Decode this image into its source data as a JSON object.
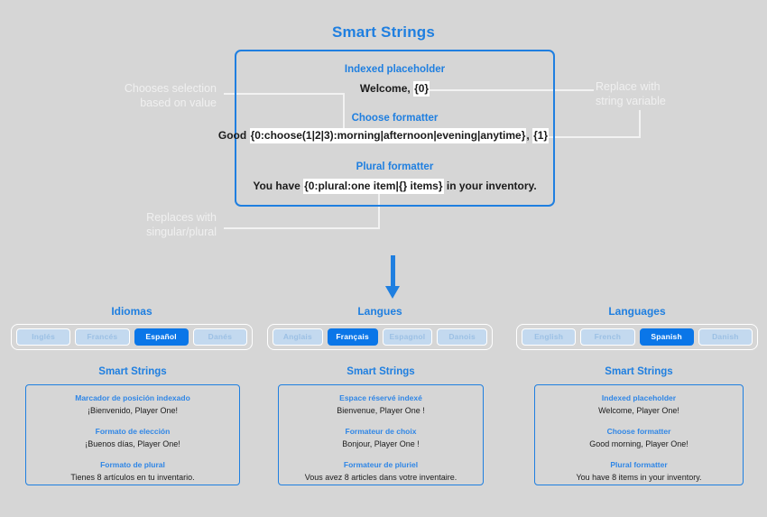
{
  "page": {
    "title": "Smart Strings",
    "background_color": "#d6d6d6",
    "accent_color": "#1f7fe0",
    "annotation_color": "#f0f0f0"
  },
  "demo": {
    "entries": [
      {
        "label": "Indexed placeholder",
        "prefix": "Welcome, ",
        "token": "{0}",
        "suffix": ""
      },
      {
        "label": "Choose formatter",
        "prefix": "Good ",
        "token": "{0:choose(1|2|3):morning|afternoon|evening|anytime}",
        "middle": ", ",
        "token2": "{1}",
        "suffix": ""
      },
      {
        "label": "Plural formatter",
        "prefix": "You have ",
        "token": "{0:plural:one item|{} items}",
        "suffix": " in your inventory."
      }
    ]
  },
  "annotations": {
    "left_top_line1": "Chooses selection",
    "left_top_line2": "based on value",
    "right_top_line1": "Replace with",
    "right_top_line2": "string variable",
    "left_bottom_line1": "Replaces with",
    "left_bottom_line2": "singular/plural"
  },
  "arrow": {
    "name": "down-arrow",
    "color": "#1f7fe0"
  },
  "language_columns": [
    {
      "title": "Idiomas",
      "options": [
        {
          "label": "Inglés",
          "selected": false
        },
        {
          "label": "Francés",
          "selected": false
        },
        {
          "label": "Español",
          "selected": true
        },
        {
          "label": "Danés",
          "selected": false
        }
      ]
    },
    {
      "title": "Langues",
      "options": [
        {
          "label": "Anglais",
          "selected": false
        },
        {
          "label": "Français",
          "selected": true
        },
        {
          "label": "Espagnol",
          "selected": false
        },
        {
          "label": "Danois",
          "selected": false
        }
      ]
    },
    {
      "title": "Languages",
      "options": [
        {
          "label": "English",
          "selected": false
        },
        {
          "label": "French",
          "selected": false
        },
        {
          "label": "Spanish",
          "selected": true
        },
        {
          "label": "Danish",
          "selected": false
        }
      ]
    }
  ],
  "results": [
    {
      "title": "Smart Strings",
      "rows": [
        {
          "label": "Marcador de posición indexado",
          "value": "¡Bienvenido, Player One!"
        },
        {
          "label": "Formato de elección",
          "value": "¡Buenos días, Player One!"
        },
        {
          "label": "Formato de plural",
          "value": "Tienes 8 artículos en tu inventario."
        }
      ]
    },
    {
      "title": "Smart Strings",
      "rows": [
        {
          "label": "Espace réservé indexé",
          "value": "Bienvenue, Player One !"
        },
        {
          "label": "Formateur de choix",
          "value": "Bonjour, Player One !"
        },
        {
          "label": "Formateur de pluriel",
          "value": "Vous avez 8 articles dans votre inventaire."
        }
      ]
    },
    {
      "title": "Smart Strings",
      "rows": [
        {
          "label": "Indexed placeholder",
          "value": "Welcome, Player One!"
        },
        {
          "label": "Choose formatter",
          "value": "Good morning, Player One!"
        },
        {
          "label": "Plural formatter",
          "value": "You have 8 items in your inventory."
        }
      ]
    }
  ]
}
